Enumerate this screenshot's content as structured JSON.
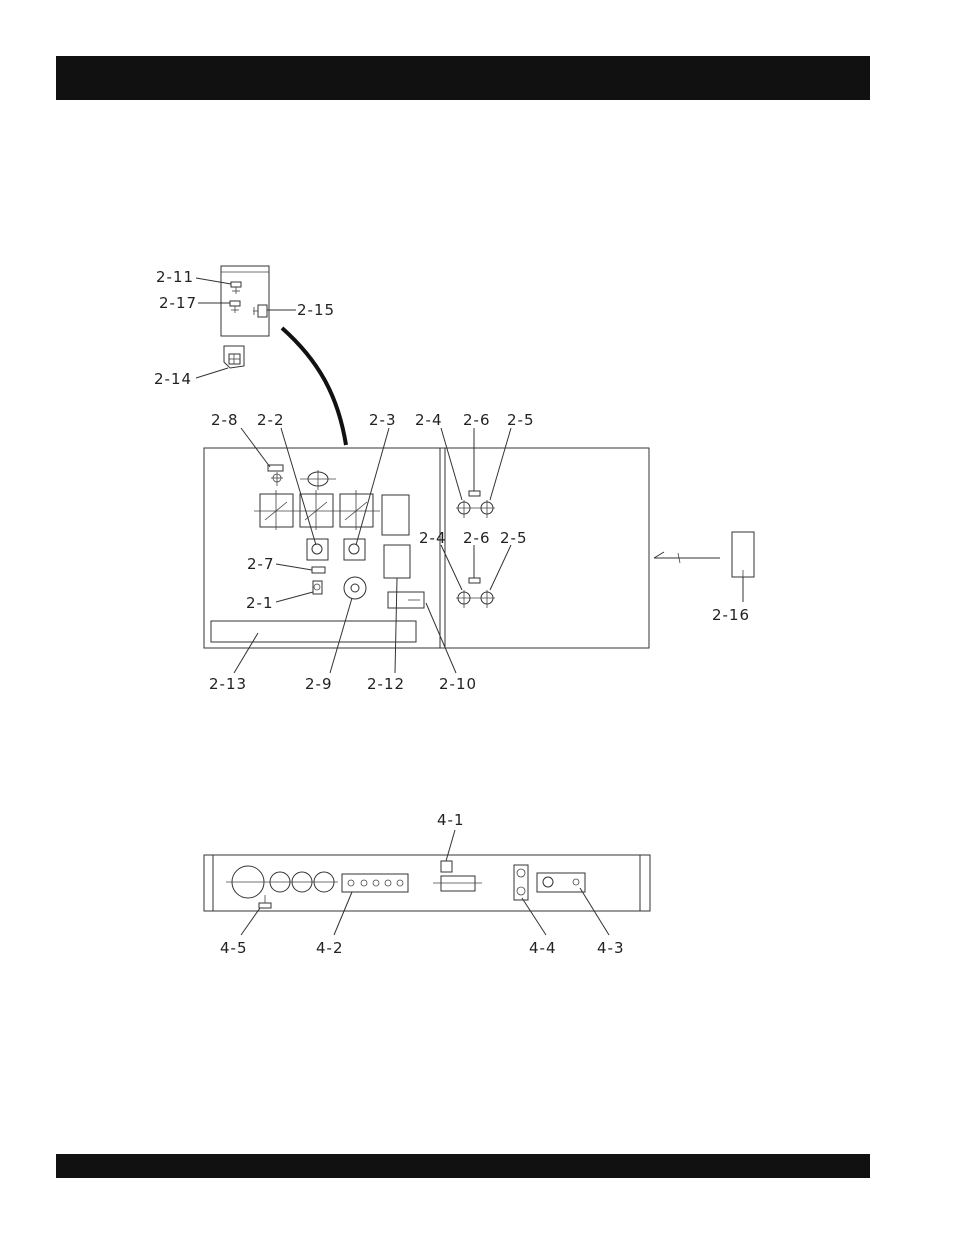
{
  "header_bar_text": "",
  "footer_bar_text": "",
  "labels": {
    "l2_11": "2-11",
    "l2_17": "2-17",
    "l2_15": "2-15",
    "l2_14": "2-14",
    "l2_8": "2-8",
    "l2_2": "2-2",
    "l2_3": "2-3",
    "l2_4a": "2-4",
    "l2_6a": "2-6",
    "l2_5a": "2-5",
    "l2_4b": "2-4",
    "l2_6b": "2-6",
    "l2_5b": "2-5",
    "l2_7": "2-7",
    "l2_1": "2-1",
    "l2_16": "2-16",
    "l2_13": "2-13",
    "l2_9": "2-9",
    "l2_12": "2-12",
    "l2_10": "2-10",
    "l4_1": "4-1",
    "l4_5": "4-5",
    "l4_2": "4-2",
    "l4_4": "4-4",
    "l4_3": "4-3"
  }
}
